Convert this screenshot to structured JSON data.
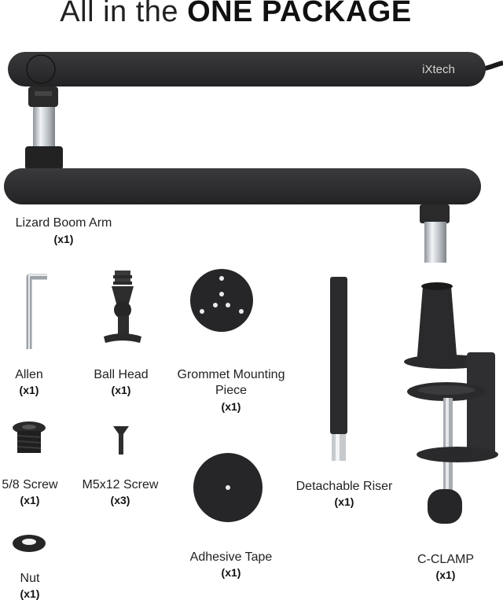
{
  "header": {
    "title_light": "All in the",
    "title_bold": "ONE PACKAGE"
  },
  "brand": {
    "logo_text": "iXtech"
  },
  "items": {
    "boom_arm": {
      "label": "Lizard Boom Arm",
      "qty": "(x1)"
    },
    "allen": {
      "label": "Allen",
      "qty": "(x1)"
    },
    "ball_head": {
      "label": "Ball Head",
      "qty": "(x1)"
    },
    "grommet_line1": "Grommet Mounting",
    "grommet_line2": "Piece",
    "grommet_qty": "(x1)",
    "screw_58": {
      "label": "5/8 Screw",
      "qty": "(x1)"
    },
    "m5_screw": {
      "label": "M5x12 Screw",
      "qty": "(x3)"
    },
    "riser": {
      "label": "Detachable Riser",
      "qty": "(x1)"
    },
    "nut": {
      "label": "Nut",
      "qty": "(x1)"
    },
    "tape": {
      "label": "Adhesive Tape",
      "qty": "(x1)"
    },
    "clamp": {
      "label": "C-CLAMP",
      "qty": "(x1)"
    }
  },
  "colors": {
    "product_black": "#2b2b2d",
    "metal": "#c8ccd0",
    "text": "#222222"
  }
}
